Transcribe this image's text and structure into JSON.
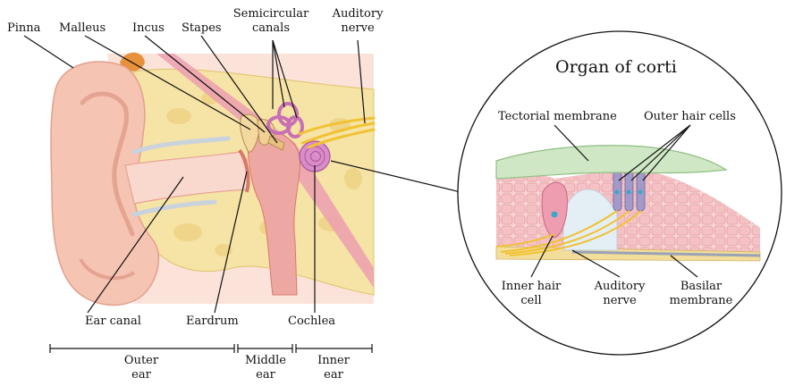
{
  "ear_labels": {
    "pinna": "Pinna",
    "malleus": "Malleus",
    "incus": "Incus",
    "stapes": "Stapes",
    "semicircular_canals": [
      "Semicircular",
      "canals"
    ],
    "auditory_nerve": [
      "Auditory",
      "nerve"
    ],
    "ear_canal": "Ear canal",
    "eardrum": "Eardrum",
    "cochlea": "Cochlea"
  },
  "sections": {
    "outer": [
      "Outer",
      "ear"
    ],
    "middle": [
      "Middle",
      "ear"
    ],
    "inner": [
      "Inner",
      "ear"
    ]
  },
  "corti": {
    "title": "Organ of corti",
    "tectorial_membrane": "Tectorial membrane",
    "outer_hair_cells": "Outer hair cells",
    "inner_hair_cell": [
      "Inner hair",
      "cell"
    ],
    "auditory_nerve": [
      "Auditory",
      "nerve"
    ],
    "basilar_membrane": [
      "Basilar",
      "membrane"
    ]
  },
  "colors": {
    "skin": "#f7cdbf",
    "skin_dark": "#e9a99a",
    "bone": "#f3dd9a",
    "bone_dark": "#e2c36a",
    "nerve": "#f1c232",
    "cochlea": "#d98cc8",
    "tectorial": "#cfe7c4",
    "hair_cell": "#a29ac8",
    "cell_pink": "#f6cfd3"
  }
}
